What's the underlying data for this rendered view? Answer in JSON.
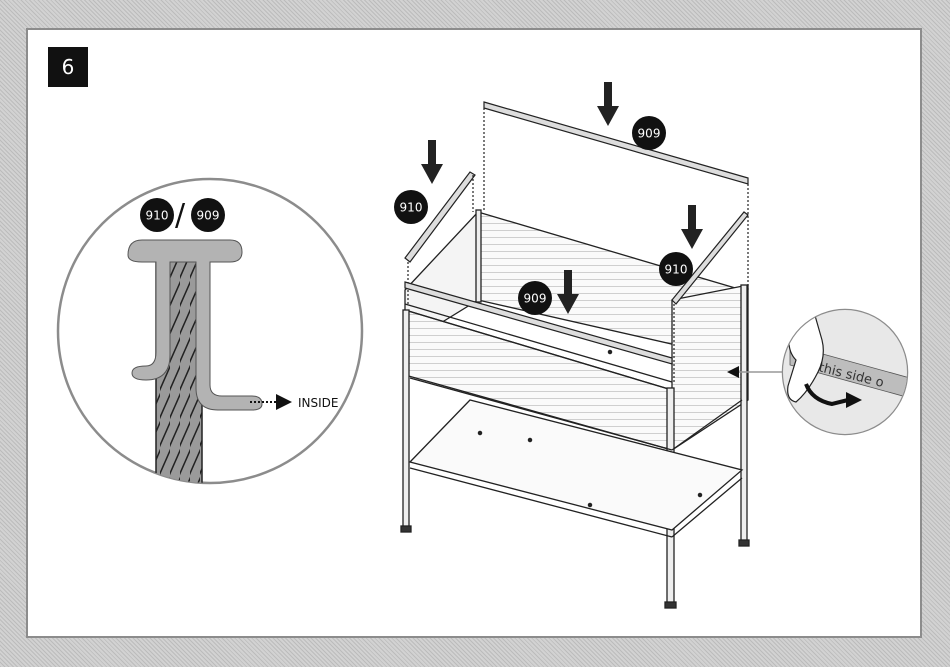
{
  "step": {
    "number": "6"
  },
  "parts": {
    "side": "910",
    "front_back": "909",
    "separator": "/"
  },
  "detail": {
    "inside_label": "INSIDE",
    "tape_text": "this side o"
  },
  "colors": {
    "badge": "#111111",
    "profile": "#b3b3b3",
    "frame": "#8c8c8c"
  }
}
